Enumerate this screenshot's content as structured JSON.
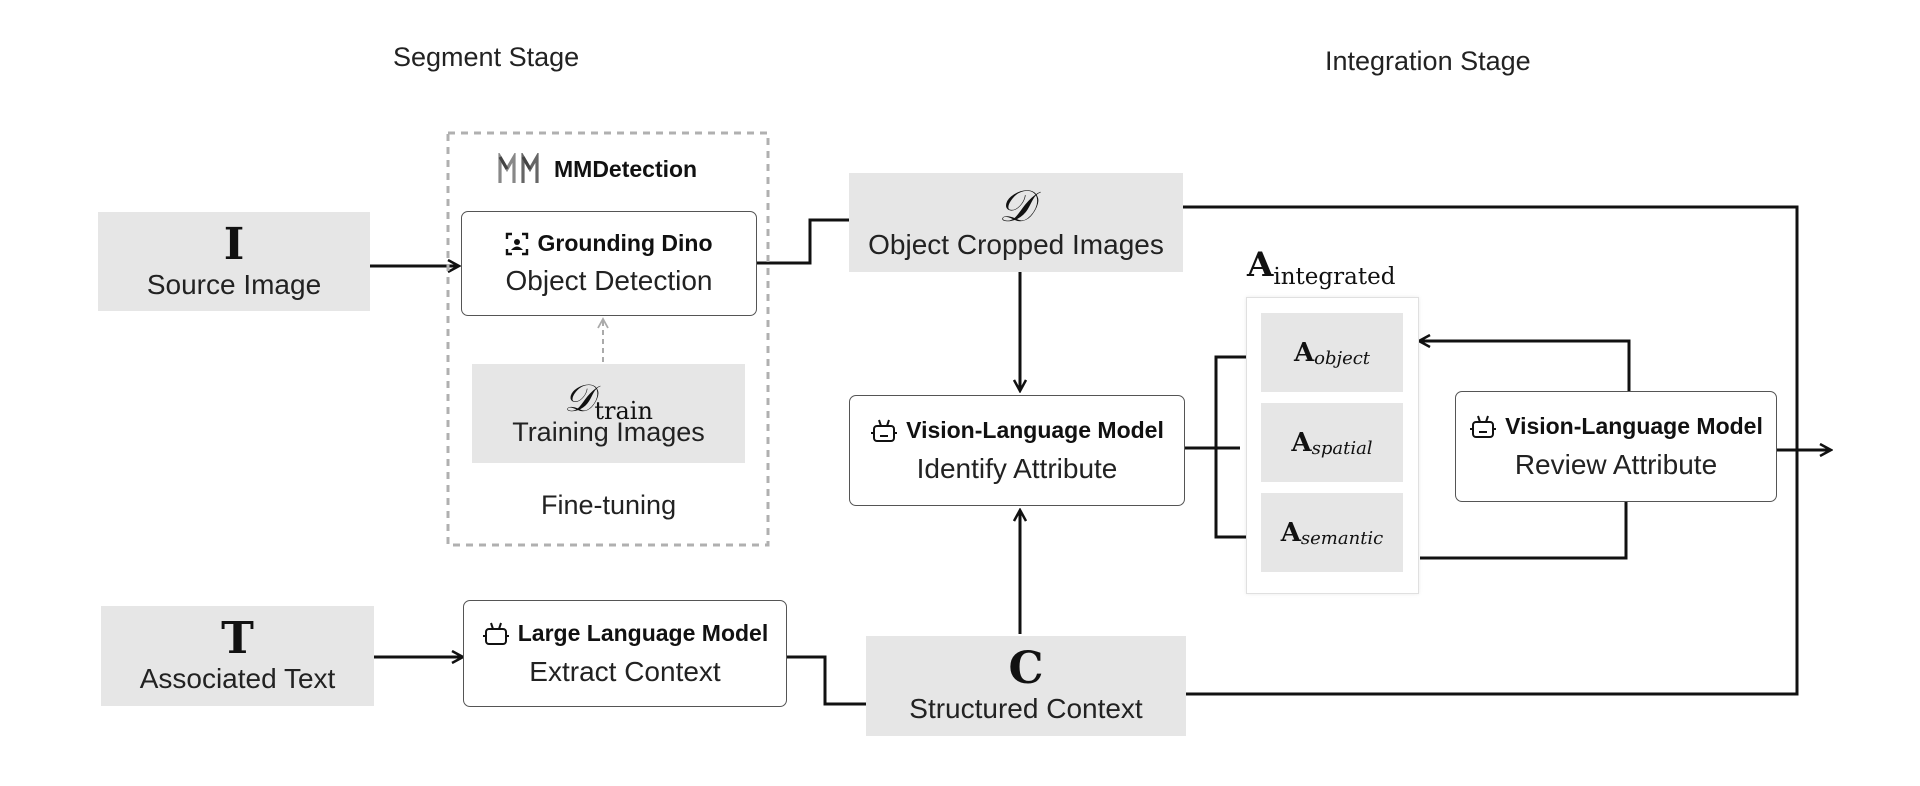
{
  "stages": {
    "segment": "Segment Stage",
    "integration": "Integration Stage"
  },
  "nodes": {
    "source": {
      "symbol": "I",
      "label": "Source Image"
    },
    "mmdetection": {
      "label": "MMDetection"
    },
    "grounding": {
      "title": "Grounding Dino",
      "label": "Object Detection"
    },
    "dtrain": {
      "symbol": "𝒟",
      "subscript": "train",
      "label": "Training Images"
    },
    "finetune": {
      "label": "Fine-tuning"
    },
    "cropped": {
      "symbol": "𝒟",
      "label": "Object Cropped Images"
    },
    "vlm_identify": {
      "title": "Vision-Language Model",
      "label": "Identify Attribute"
    },
    "integrated": {
      "symbol": "A",
      "subscript": "integrated"
    },
    "attr_object": {
      "symbol": "A",
      "subscript": "object"
    },
    "attr_spatial": {
      "symbol": "A",
      "subscript": "spatial"
    },
    "attr_semantic": {
      "symbol": "A",
      "subscript": "semantic"
    },
    "vlm_review": {
      "title": "Vision-Language Model",
      "label": "Review Attribute"
    },
    "text": {
      "symbol": "T",
      "label": "Associated Text"
    },
    "llm": {
      "title": "Large Language Model",
      "label": "Extract Context"
    },
    "context": {
      "symbol": "C",
      "label": "Structured Context"
    }
  },
  "icons": [
    "mmdetection-logo-icon",
    "detection-icon",
    "robot-icon"
  ],
  "colors": {
    "box_fill": "#e6e6e6",
    "line": "#111111",
    "dashed": "#b0b0b0"
  }
}
